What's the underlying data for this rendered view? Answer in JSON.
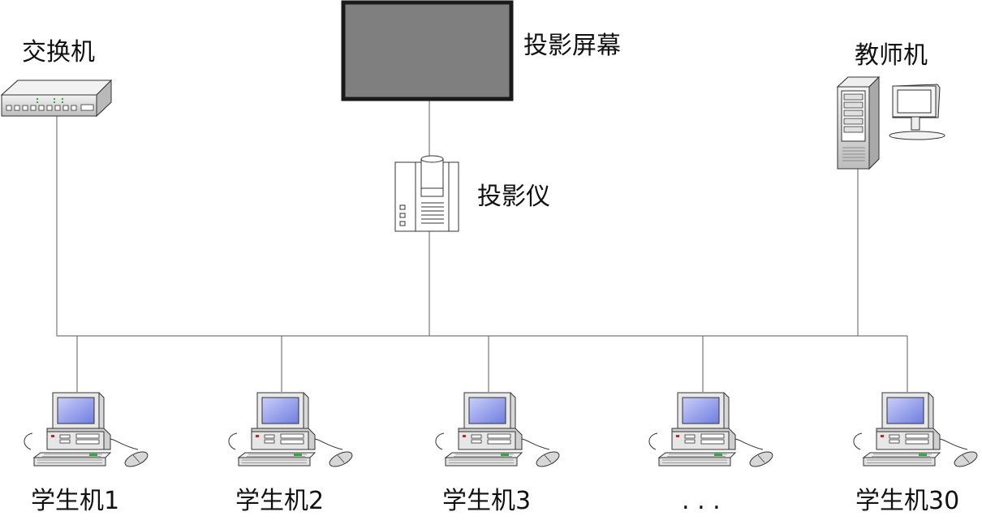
{
  "labels": {
    "switch": "交换机",
    "screen": "投影屏幕",
    "projector": "投影仪",
    "teacher": "教师机"
  },
  "students": [
    {
      "label": "学生机1"
    },
    {
      "label": "学生机2"
    },
    {
      "label": "学生机3"
    },
    {
      "label": ". . ."
    },
    {
      "label": "学生机30"
    }
  ],
  "colors": {
    "line": "#777777",
    "screen_fill": "#7f7f7f",
    "screen_border": "#1a1a1a",
    "monitor_glass": "#8c96e8",
    "device_body": "#e6e6e6",
    "led_green": "#2faa3f",
    "led_red": "#cc2222"
  },
  "icons": {
    "switch": "network-switch-icon",
    "screen": "projection-screen-icon",
    "projector": "projector-icon",
    "teacher": "tower-server-with-monitor-icon",
    "student": "desktop-computer-icon"
  }
}
